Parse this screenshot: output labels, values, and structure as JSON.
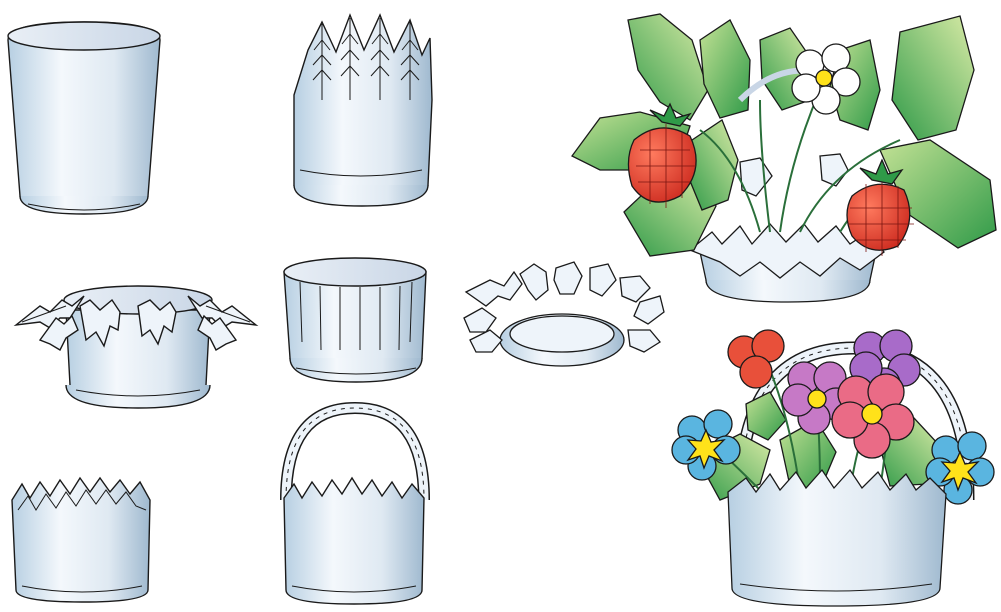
{
  "steps": [
    {
      "id": "cup-plain"
    },
    {
      "id": "cup-cut-leaves"
    },
    {
      "id": "cup-leaves-bent"
    },
    {
      "id": "cup-strips"
    },
    {
      "id": "flat-star"
    },
    {
      "id": "cup-zigzag"
    },
    {
      "id": "basket-handle"
    }
  ],
  "results": [
    {
      "id": "strawberry-basket"
    },
    {
      "id": "flower-basket"
    }
  ],
  "colors": {
    "cup_light": "#f4f8fc",
    "cup_mid": "#c9dbe9",
    "cup_shadow": "#9fb9cf",
    "leaf_dark": "#2f9a48",
    "leaf_light": "#b7dc8e",
    "berry": "#e53a2b",
    "flower_red": "#e8503a",
    "flower_pink": "#ea6b86",
    "flower_violet": "#a86bc9",
    "flower_blue": "#5ab5e0",
    "flower_center": "#ffe21a",
    "outline": "#1a1a1a"
  }
}
